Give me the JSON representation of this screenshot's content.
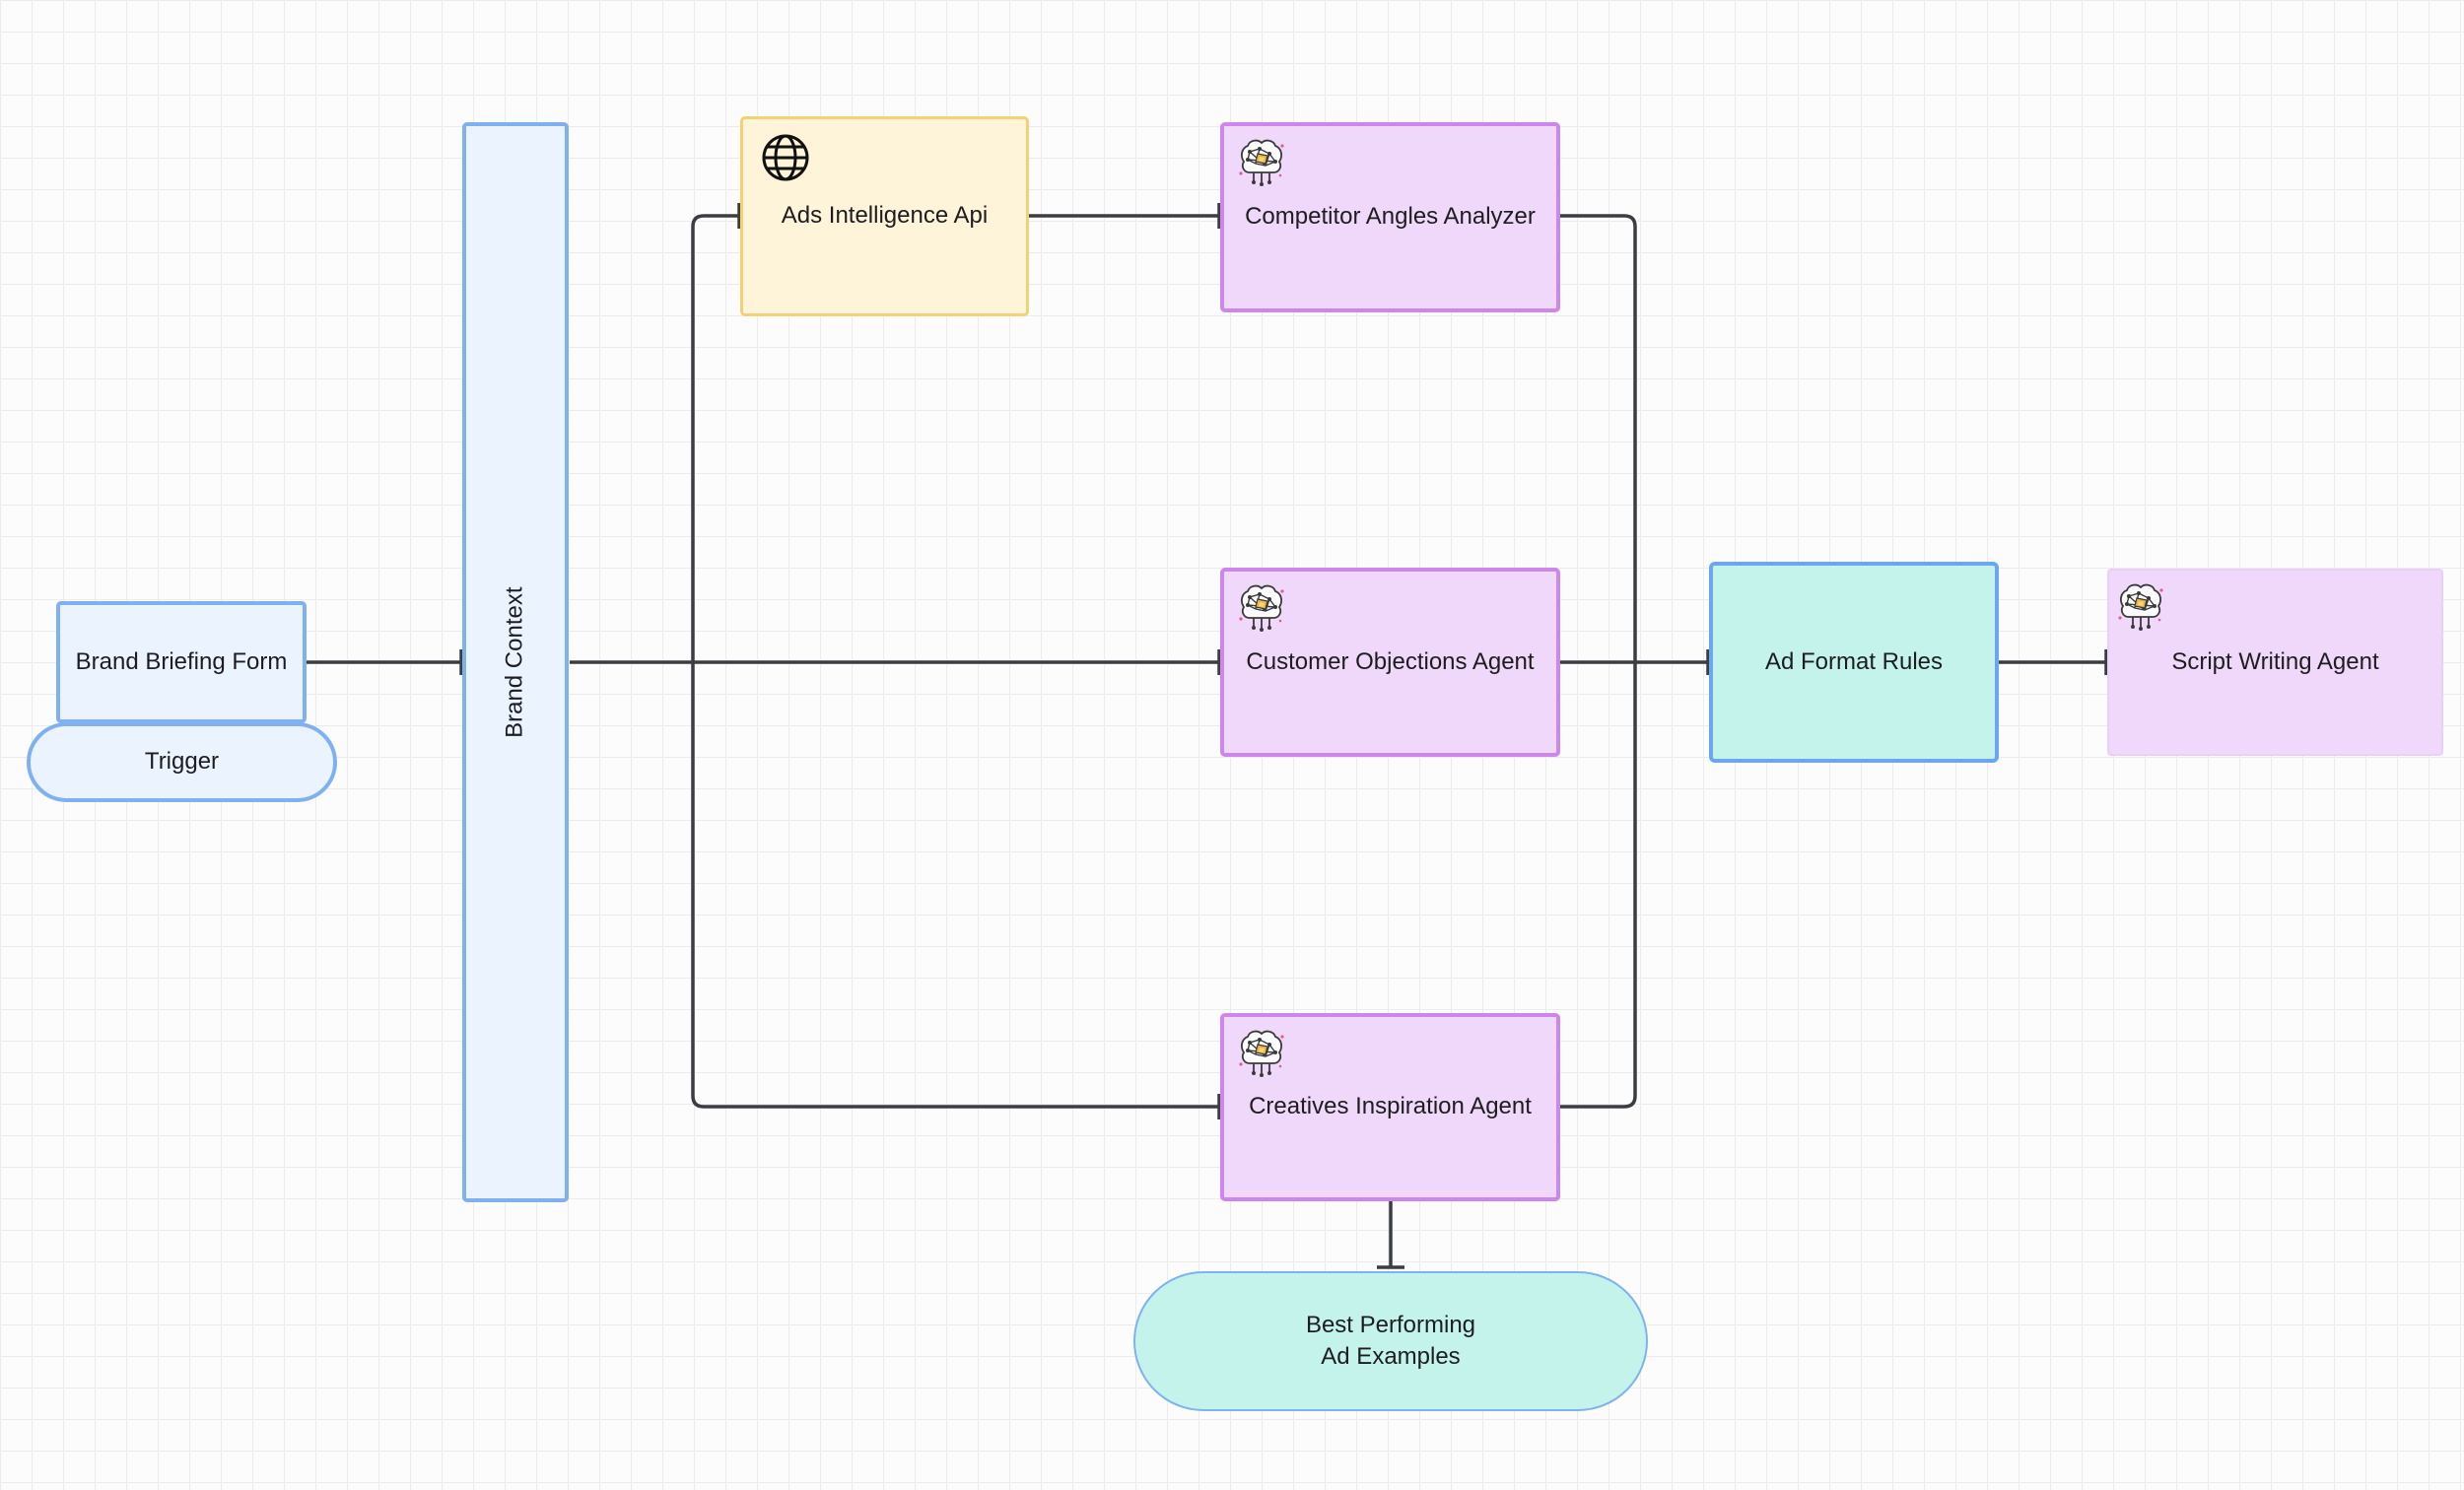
{
  "nodes": {
    "brand_briefing_form": "Brand Briefing Form",
    "trigger": "Trigger",
    "brand_context": "Brand Context",
    "ads_intelligence_api": "Ads Intelligence Api",
    "competitor_angles_analyzer": "Competitor Angles Analyzer",
    "customer_objections_agent": "Customer Objections Agent",
    "creatives_inspiration_agent": "Creatives Inspiration Agent",
    "best_performing_ad_examples": "Best Performing\nAd Examples",
    "ad_format_rules": "Ad Format Rules",
    "script_writing_agent": "Script Writing Agent"
  },
  "icons": {
    "api": "globe-icon",
    "agent": "ai-brain-icon"
  },
  "colors": {
    "trigger_fill": "#ebf3ff",
    "trigger_border": "#7fb0f0",
    "api_fill": "#fdf4da",
    "api_border": "#f2d274",
    "agent_fill": "#f0d8fa",
    "agent_border": "#cc86ec",
    "rules_fill": "#c4f3ec",
    "rules_border": "#6ba7ee",
    "connector": "#3b3d42"
  },
  "connections": [
    {
      "from": "Brand Briefing Form",
      "to": "Brand Context"
    },
    {
      "from": "Brand Context",
      "to": "Ads Intelligence Api"
    },
    {
      "from": "Brand Context",
      "to": "Customer Objections Agent"
    },
    {
      "from": "Brand Context",
      "to": "Creatives Inspiration Agent"
    },
    {
      "from": "Ads Intelligence Api",
      "to": "Competitor Angles Analyzer"
    },
    {
      "from": "Competitor Angles Analyzer",
      "to": "Ad Format Rules"
    },
    {
      "from": "Customer Objections Agent",
      "to": "Ad Format Rules"
    },
    {
      "from": "Creatives Inspiration Agent",
      "to": "Ad Format Rules"
    },
    {
      "from": "Creatives Inspiration Agent",
      "to": "Best Performing\nAd Examples"
    },
    {
      "from": "Ad Format Rules",
      "to": "Script Writing Agent"
    }
  ]
}
